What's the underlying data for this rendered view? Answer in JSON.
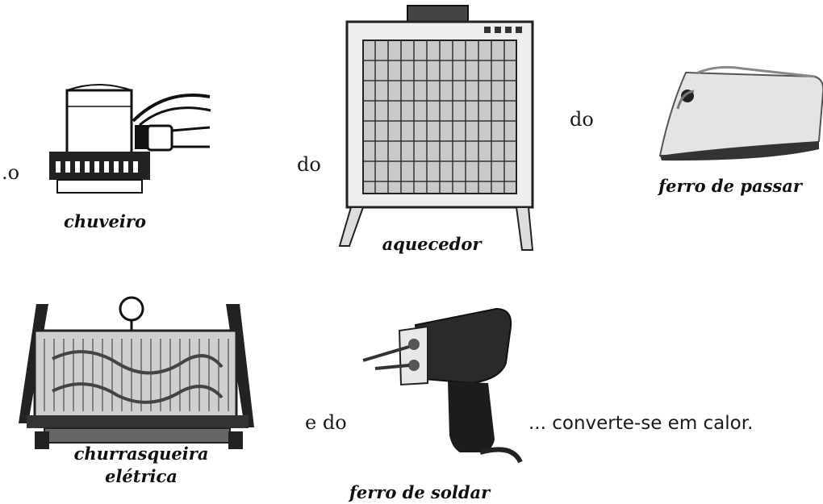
{
  "connectors": {
    "o": ".o",
    "do1": "do",
    "do2": "do",
    "edo": "e do",
    "ending": "... converte-se em calor."
  },
  "captions": {
    "chuveiro": "chuveiro",
    "aquecedor": "aquecedor",
    "ferro_passar": "ferro de passar",
    "churrasqueira_line1": "churrasqueira",
    "churrasqueira_line2": "elétrica",
    "ferro_soldar": "ferro de  soldar"
  },
  "illustrations": [
    "shower-icon",
    "heater-icon",
    "iron-icon",
    "electric-grill-icon",
    "soldering-iron-icon"
  ]
}
